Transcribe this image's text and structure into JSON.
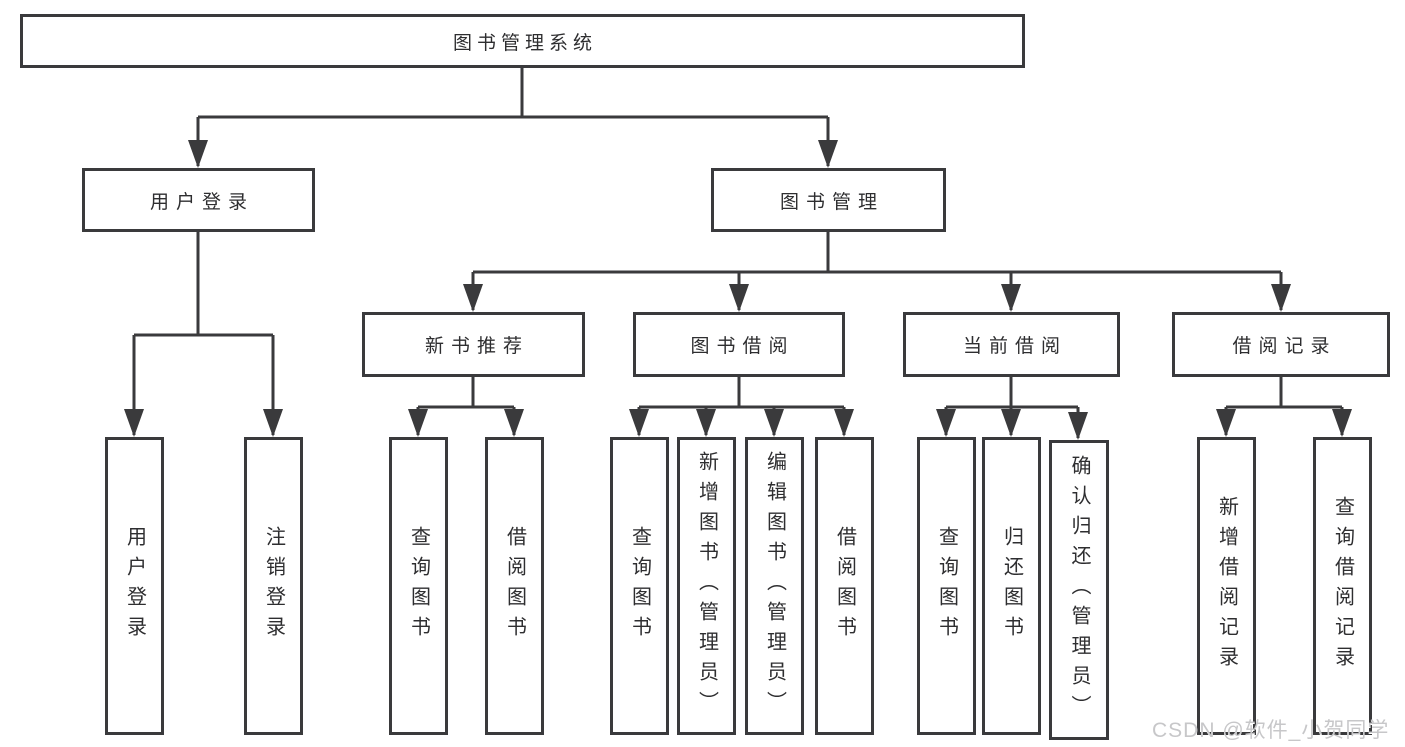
{
  "diagram": {
    "root": {
      "label": "图书管理系统"
    },
    "level2": [
      {
        "label": "用户登录"
      },
      {
        "label": "图书管理"
      }
    ],
    "level3": [
      {
        "label": "新书推荐"
      },
      {
        "label": "图书借阅"
      },
      {
        "label": "当前借阅"
      },
      {
        "label": "借阅记录"
      }
    ],
    "leaves": {
      "user_login": [
        "用户登录",
        "注销登录"
      ],
      "new_books": [
        "查询图书",
        "借阅图书"
      ],
      "book_borrow": [
        "查询图书",
        "新增图书（管理员）",
        "编辑图书（管理员）",
        "借阅图书"
      ],
      "current_borrow": [
        "查询图书",
        "归还图书",
        "确认归还（管理员）"
      ],
      "borrow_records": [
        "新增借阅记录",
        "查询借阅记录"
      ]
    }
  },
  "watermark": "CSDN @软件_小贺同学",
  "colors": {
    "line": "#3a3a3c",
    "border": "#3a3a3c",
    "text": "#2e2e30",
    "watermark": "#c7c7c9",
    "background": "#ffffff"
  }
}
